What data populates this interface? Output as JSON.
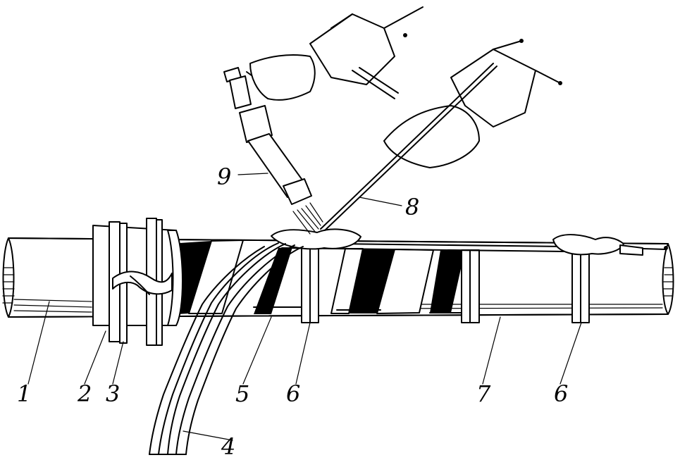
{
  "figure": {
    "callouts": [
      {
        "id": "1",
        "text": "1"
      },
      {
        "id": "2",
        "text": "2"
      },
      {
        "id": "3",
        "text": "3"
      },
      {
        "id": "4",
        "text": "4"
      },
      {
        "id": "5",
        "text": "5"
      },
      {
        "id": "6a",
        "text": "6"
      },
      {
        "id": "7",
        "text": "7"
      },
      {
        "id": "6b",
        "text": "6"
      },
      {
        "id": "8",
        "text": "8"
      },
      {
        "id": "9",
        "text": "9"
      }
    ]
  }
}
